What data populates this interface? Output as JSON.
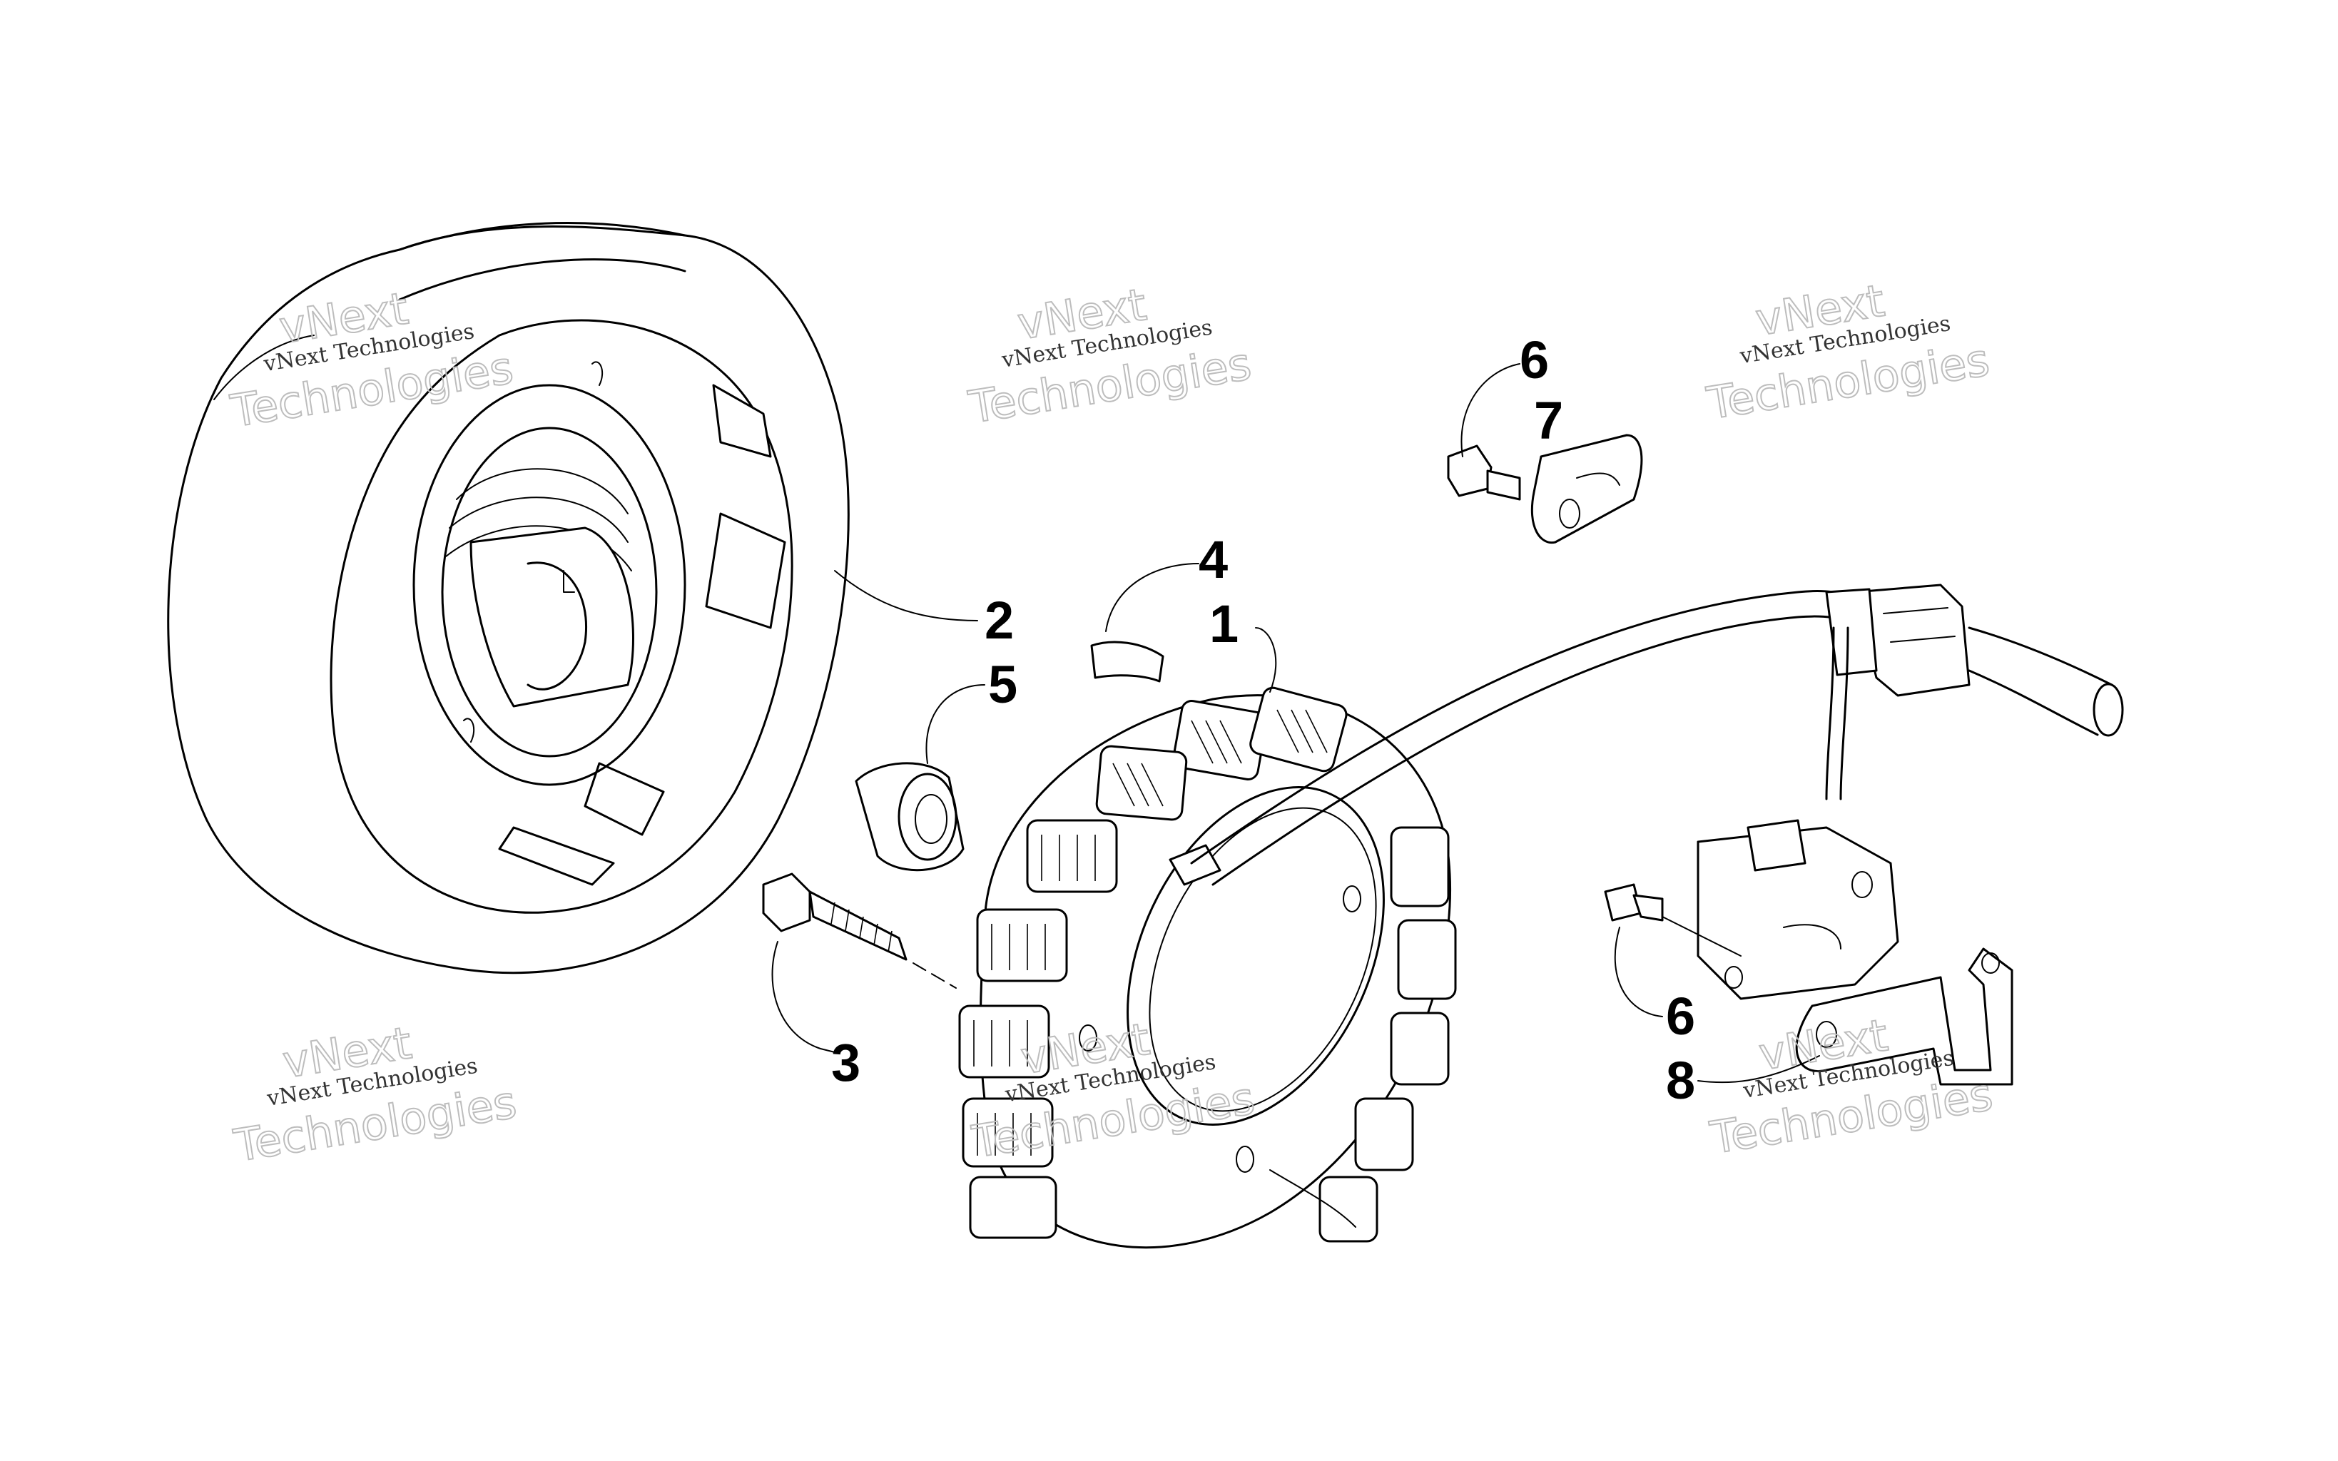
{
  "callouts": [
    {
      "id": "1",
      "label": "1"
    },
    {
      "id": "2",
      "label": "2"
    },
    {
      "id": "3",
      "label": "3"
    },
    {
      "id": "4",
      "label": "4"
    },
    {
      "id": "5",
      "label": "5"
    },
    {
      "id": "6a",
      "label": "6"
    },
    {
      "id": "6b",
      "label": "6"
    },
    {
      "id": "7",
      "label": "7"
    },
    {
      "id": "8",
      "label": "8"
    }
  ],
  "watermark": {
    "line": "vNext Technologies",
    "word1": "vNext",
    "word2": "Technologies"
  }
}
